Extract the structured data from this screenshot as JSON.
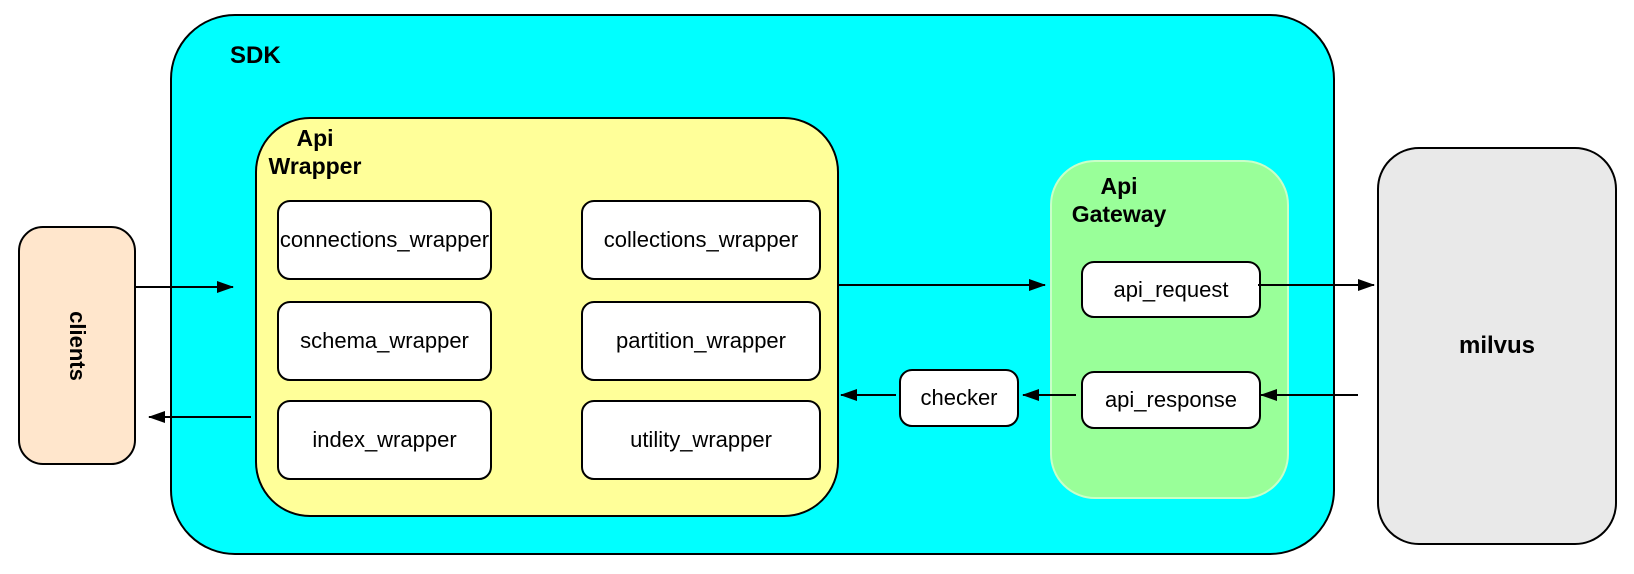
{
  "nodes": {
    "clients": {
      "label": "clients"
    },
    "sdk": {
      "label": "SDK"
    },
    "api_wrapper": {
      "label_line1": "Api",
      "label_line2": "Wrapper"
    },
    "wrappers": [
      "connections_wrapper",
      "collections_wrapper",
      "schema_wrapper",
      "partition_wrapper",
      "index_wrapper",
      "utility_wrapper"
    ],
    "checker": {
      "label": "checker"
    },
    "api_gateway": {
      "label_line1": "Api",
      "label_line2": "Gateway"
    },
    "api_request": {
      "label": "api_request"
    },
    "api_response": {
      "label": "api_response"
    },
    "milvus": {
      "label": "milvus"
    }
  },
  "edges": [
    {
      "from": "clients",
      "to": "sdk",
      "direction": "right"
    },
    {
      "from": "api_wrapper",
      "to": "api_gateway",
      "direction": "right"
    },
    {
      "from": "api_request",
      "to": "milvus",
      "direction": "right"
    },
    {
      "from": "milvus",
      "to": "api_response",
      "direction": "left"
    },
    {
      "from": "api_response",
      "to": "checker",
      "direction": "left"
    },
    {
      "from": "checker",
      "to": "api_wrapper",
      "direction": "left"
    },
    {
      "from": "api_wrapper",
      "to": "clients",
      "direction": "left"
    }
  ],
  "colors": {
    "sdk-fill": "#00ffff",
    "api-wrapper-fill": "#ffff99",
    "api-gateway-fill": "#99ff99",
    "api-gateway-stroke": "#c8ffc8",
    "clients-fill": "#ffe6cc",
    "milvus-fill": "#e9e9e9",
    "box-fill": "#ffffff",
    "stroke": "#000000"
  }
}
